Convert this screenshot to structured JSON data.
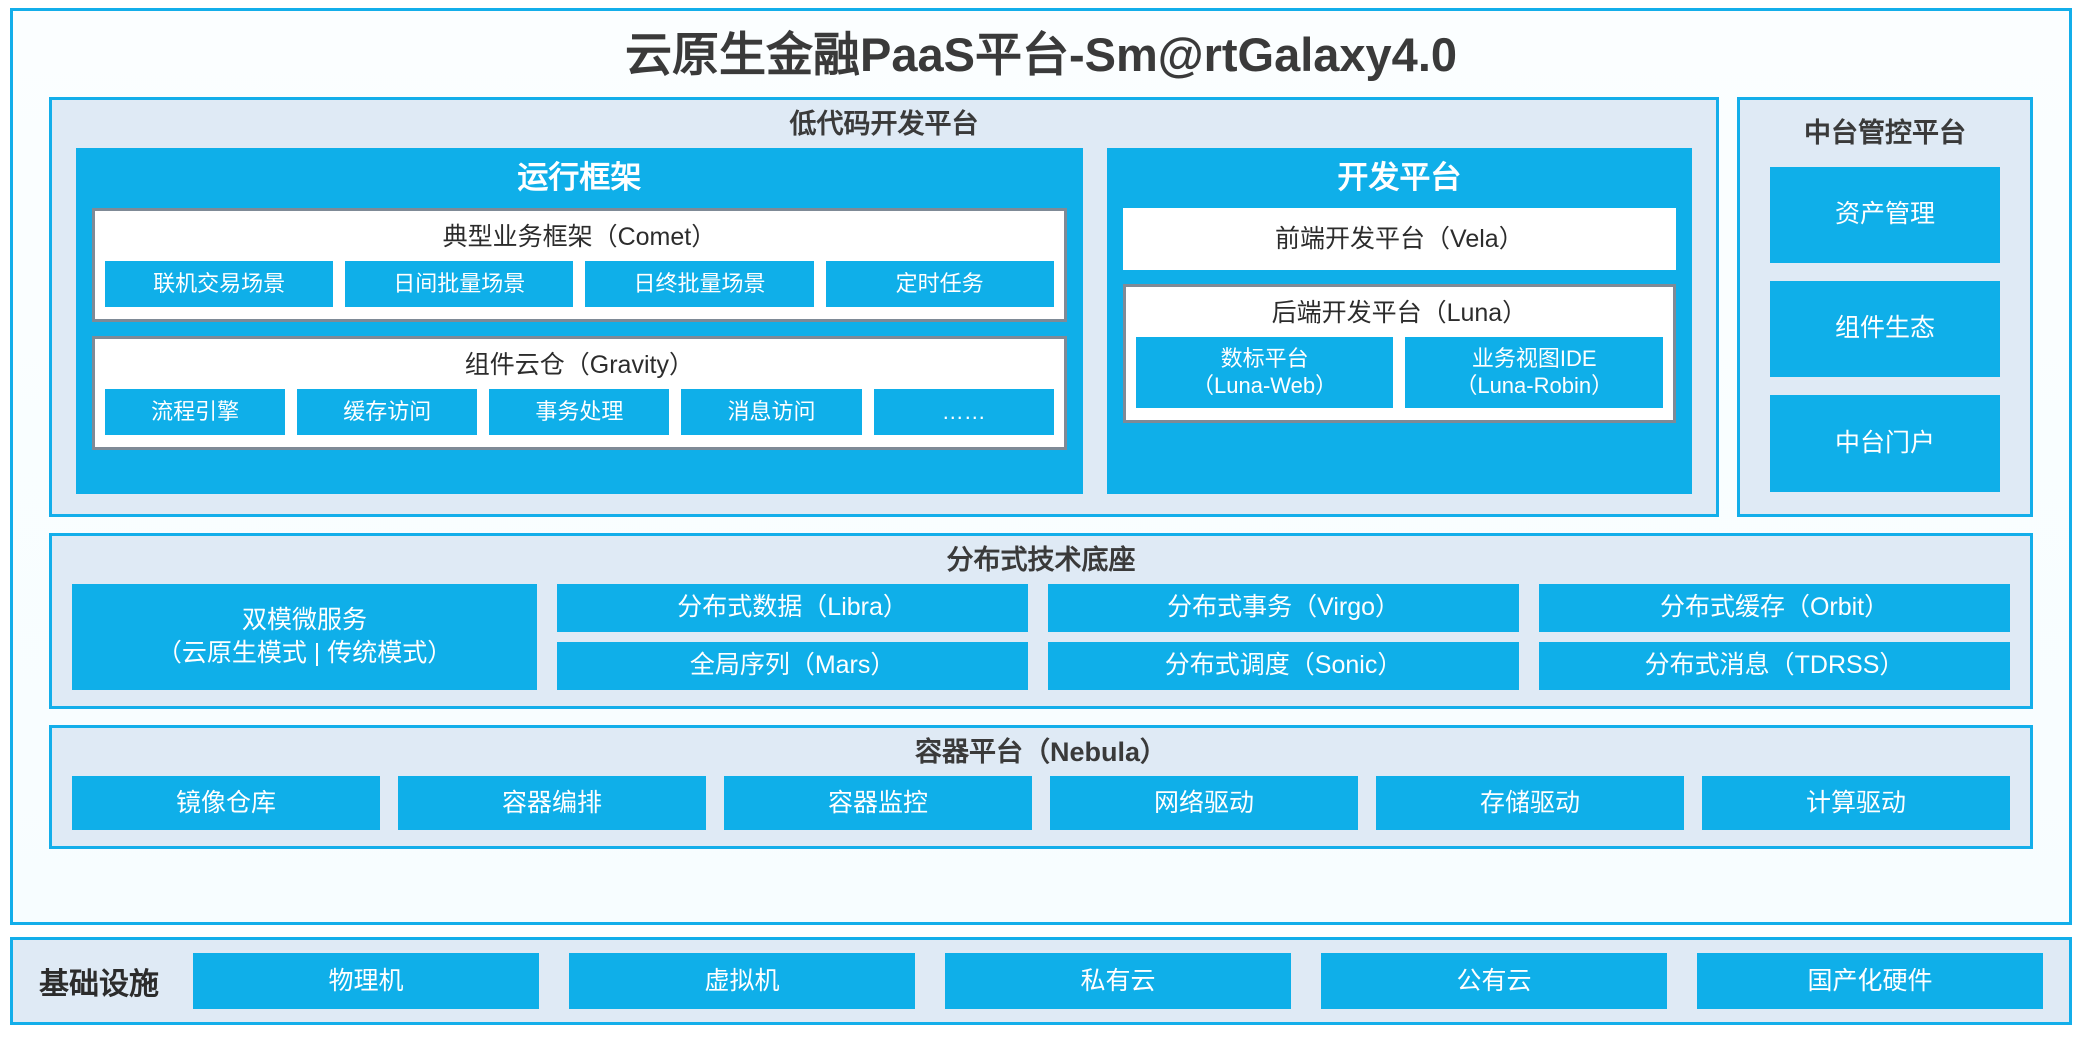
{
  "main": {
    "title": "云原生金融PaaS平台-Sm@rtGalaxy4.0"
  },
  "lowcode": {
    "title": "低代码开发平台",
    "runtime_framework": {
      "title": "运行框架",
      "comet": {
        "title": "典型业务框架（Comet）",
        "items": [
          "联机交易场景",
          "日间批量场景",
          "日终批量场景",
          "定时任务"
        ]
      },
      "gravity": {
        "title": "组件云仓（Gravity）",
        "items": [
          "流程引擎",
          "缓存访问",
          "事务处理",
          "消息访问",
          "……"
        ]
      }
    },
    "dev_platform": {
      "title": "开发平台",
      "frontend": "前端开发平台（Vela）",
      "backend": {
        "title": "后端开发平台（Luna）",
        "items": [
          "数标平台\n（Luna-Web）",
          "业务视图IDE\n（Luna-Robin）"
        ]
      }
    }
  },
  "midplatform": {
    "title": "中台管控平台",
    "items": [
      "资产管理",
      "组件生态",
      "中台门户"
    ]
  },
  "distributed_base": {
    "title": "分布式技术底座",
    "microservice": "双模微服务\n（云原生模式 | 传统模式）",
    "columns": [
      [
        "分布式数据（Libra）",
        "全局序列（Mars）"
      ],
      [
        "分布式事务（Virgo）",
        "分布式调度（Sonic）"
      ],
      [
        "分布式缓存（Orbit）",
        "分布式消息（TDRSS）"
      ]
    ]
  },
  "container_platform": {
    "title": "容器平台（Nebula）",
    "items": [
      "镜像仓库",
      "容器编排",
      "容器监控",
      "网络驱动",
      "存储驱动",
      "计算驱动"
    ]
  },
  "infrastructure": {
    "label": "基础设施",
    "items": [
      "物理机",
      "虚拟机",
      "私有云",
      "公有云",
      "国产化硬件"
    ]
  },
  "colors": {
    "accent_blue": "#0FAFE9",
    "border_blue": "#13AEEA",
    "panel_fill": "#dfeaf5",
    "inner_border_gray": "#7f8a96",
    "text_dark": "#3a3a3a"
  }
}
